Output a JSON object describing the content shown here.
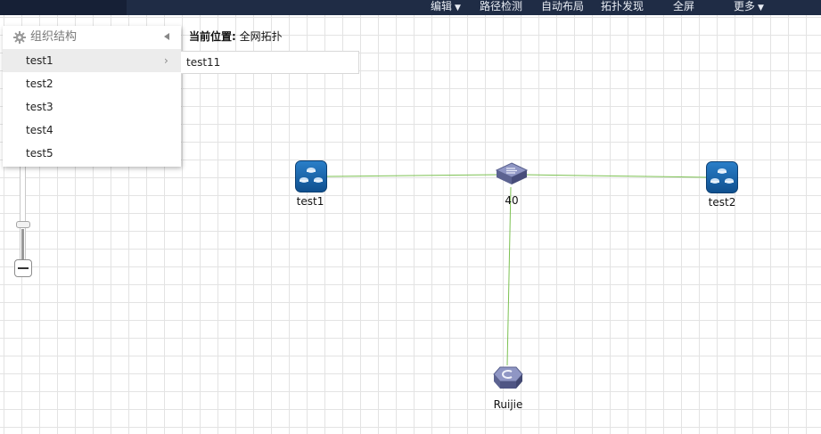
{
  "topbar": {
    "nav": [
      {
        "label": "编辑",
        "has_dropdown": true
      },
      {
        "label": "路径检测",
        "has_dropdown": false
      },
      {
        "label": "自动布局",
        "has_dropdown": false
      },
      {
        "label": "拓扑发现",
        "has_dropdown": false
      },
      {
        "label": "全屏",
        "has_dropdown": false
      },
      {
        "label": "更多",
        "has_dropdown": true
      }
    ],
    "color_buttons": [
      "#e54c4c",
      "#e9854a",
      "#e9b84a"
    ],
    "background": "#1f2c45"
  },
  "org_menu": {
    "title": "组织结构",
    "items": [
      "test1",
      "test2",
      "test3",
      "test4",
      "test5"
    ],
    "active_index": 0,
    "submenu": [
      "test11"
    ]
  },
  "location": {
    "label": "当前位置:",
    "value": "全网拓扑"
  },
  "zoom": {
    "level": 0.35
  },
  "topology": {
    "nodes": [
      {
        "id": "test1",
        "label": "test1",
        "type": "group"
      },
      {
        "id": "40",
        "label": "40",
        "type": "switch"
      },
      {
        "id": "test2",
        "label": "test2",
        "type": "group"
      },
      {
        "id": "ruijie",
        "label": "Ruijie",
        "type": "router"
      }
    ],
    "links": [
      [
        "test1",
        "40"
      ],
      [
        "40",
        "test2"
      ],
      [
        "40",
        "ruijie"
      ]
    ],
    "link_color": "#7cc152"
  }
}
